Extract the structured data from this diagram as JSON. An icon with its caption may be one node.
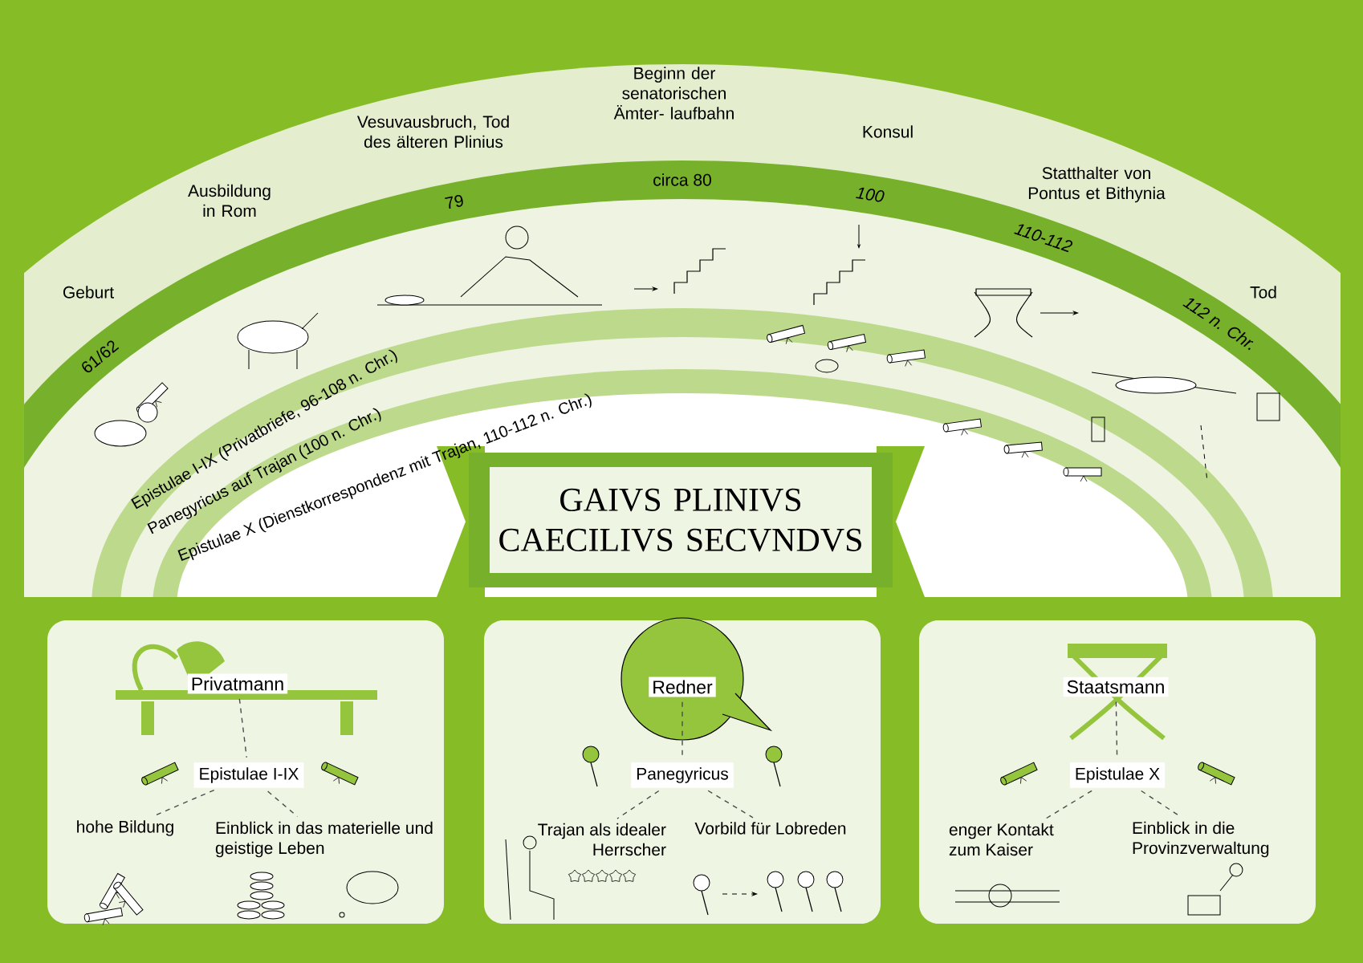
{
  "diagram": {
    "title": "GAIVS PLINIVS CAECILIVS SECVNDVS",
    "nodes": [
      {
        "text": [],
        "shape": "box"
      },
      {
        "text": [
          "Privatmann"
        ],
        "in": 0
      },
      {
        "text": [
          "Epistulae I-IX"
        ],
        "in": 0
      },
      {
        "text": [
          "hohe Bildung"
        ],
        "in": 0
      },
      {
        "text": [
          "Einblick in das materielle und geistige Leben"
        ],
        "in": 0
      },
      {
        "text": [],
        "shape": "box"
      },
      {
        "text": [
          "Redner"
        ],
        "in": 5
      },
      {
        "text": [
          "Panegyricus"
        ],
        "in": 5
      },
      {
        "text": [
          "Trajan als idealer Herrscher"
        ],
        "in": 5
      },
      {
        "text": [
          "Vorbild für Lobreden"
        ],
        "in": 5
      },
      {
        "text": [],
        "shape": "box"
      },
      {
        "text": [
          "Staatsmann"
        ],
        "in": 10
      },
      {
        "text": [
          "Epistulae X"
        ],
        "in": 10
      },
      {
        "text": [
          "enger Kontakt zum Kaiser"
        ],
        "in": 10
      },
      {
        "text": [
          "Einblick in die Provinzverwaltung"
        ],
        "in": 10
      }
    ],
    "edges": [
      {
        "from": 1,
        "to": 2,
        "arrow": "none",
        "style": "dashed"
      },
      {
        "from": 2,
        "to": 3,
        "arrow": "none",
        "style": "dashed"
      },
      {
        "from": 2,
        "to": 4,
        "arrow": "none",
        "style": "dashed"
      },
      {
        "from": 6,
        "to": 7,
        "arrow": "none",
        "style": "dashed"
      },
      {
        "from": 7,
        "to": 8,
        "arrow": "none",
        "style": "dashed"
      },
      {
        "from": 7,
        "to": 9,
        "arrow": "none",
        "style": "dashed"
      },
      {
        "from": 11,
        "to": 12,
        "arrow": "none",
        "style": "dashed"
      },
      {
        "from": 12,
        "to": 13,
        "arrow": "none",
        "style": "dashed"
      },
      {
        "from": 12,
        "to": 14,
        "arrow": "none",
        "style": "dashed"
      }
    ],
    "labels": [
      "Geburt",
      "61/62",
      "Ausbildung in Rom",
      "Vesuvausbruch, Tod des älteren Plinius",
      "79",
      "Beginn der senatorischen Ämter- laufbahn",
      "circa 80",
      "Konsul",
      "100",
      "Statthalter von Pontus et Bithynia",
      "110-112",
      "Tod",
      "112 n. Chr.",
      "Epistulae I-IX (Privatbriefe, 96-108 n. Chr.)",
      "Panegyricus auf Trajan (100 n. Chr.)",
      "Epistulae X (Dienstkorrespondenz mit Trajan, 110-112 n. Chr.)"
    ]
  }
}
